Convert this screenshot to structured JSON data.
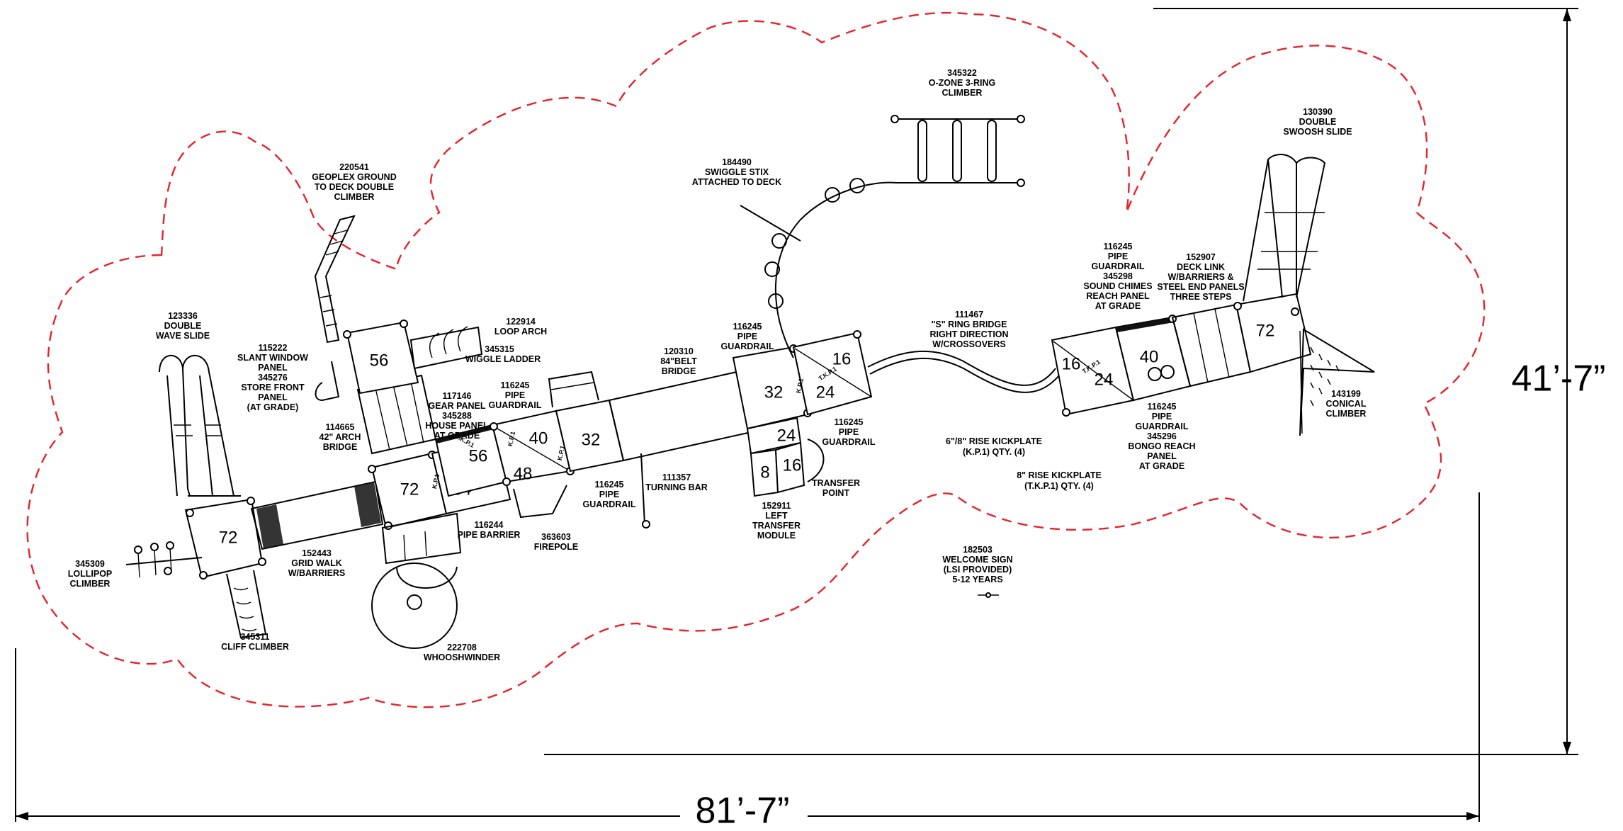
{
  "diagram": {
    "dimensions": {
      "width_label": "81’-7”",
      "height_label": "41’-7”"
    },
    "components": [
      {
        "id": "220541",
        "lines": [
          "220541",
          "GEOPLEX GROUND",
          "TO DECK DOUBLE",
          "CLIMBER"
        ]
      },
      {
        "id": "123336",
        "lines": [
          "123336",
          "DOUBLE",
          "WAVE SLIDE"
        ]
      },
      {
        "id": "115222",
        "lines": [
          "115222",
          "SLANT WINDOW",
          "PANEL",
          "345276",
          "STORE FRONT",
          "PANEL",
          "(AT GRADE)"
        ]
      },
      {
        "id": "122914",
        "lines": [
          "122914",
          "LOOP ARCH"
        ]
      },
      {
        "id": "345315",
        "lines": [
          "345315",
          "WIGGLE LADDER"
        ]
      },
      {
        "id": "117146",
        "lines": [
          "117146",
          "GEAR PANEL",
          "345288",
          "HOUSE PANEL",
          "AT GRADE"
        ]
      },
      {
        "id": "116245a",
        "lines": [
          "116245",
          "PIPE",
          "GUARDRAIL"
        ]
      },
      {
        "id": "114665",
        "lines": [
          "114665",
          "42\" ARCH",
          "BRIDGE"
        ]
      },
      {
        "id": "120310",
        "lines": [
          "120310",
          "84\"BELT",
          "BRIDGE"
        ]
      },
      {
        "id": "116245b",
        "lines": [
          "116245",
          "PIPE",
          "GUARDRAIL"
        ]
      },
      {
        "id": "184490",
        "lines": [
          "184490",
          "SWIGGLE STIX",
          "ATTACHED TO DECK"
        ]
      },
      {
        "id": "345322",
        "lines": [
          "345322",
          "O-ZONE 3-RING",
          "CLIMBER"
        ]
      },
      {
        "id": "111467",
        "lines": [
          "111467",
          "\"S\" RING BRIDGE",
          "RIGHT DIRECTION",
          "W/CROSSOVERS"
        ]
      },
      {
        "id": "116245c",
        "lines": [
          "116245",
          "PIPE",
          "GUARDRAIL",
          "345298",
          "SOUND CHIMES",
          "REACH PANEL",
          "AT GRADE"
        ]
      },
      {
        "id": "152907",
        "lines": [
          "152907",
          "DECK LINK",
          "W/BARRIERS &",
          "STEEL END PANELS",
          "THREE STEPS"
        ]
      },
      {
        "id": "130390",
        "lines": [
          "130390",
          "DOUBLE",
          "SWOOSH SLIDE"
        ]
      },
      {
        "id": "143199",
        "lines": [
          "143199",
          "CONICAL",
          "CLIMBER"
        ]
      },
      {
        "id": "116245d",
        "lines": [
          "116245",
          "PIPE",
          "GUARDRAIL",
          "345296",
          "BONGO REACH",
          "PANEL",
          "AT GRADE"
        ]
      },
      {
        "id": "116245e",
        "lines": [
          "116245",
          "PIPE",
          "GUARDRAIL"
        ]
      },
      {
        "id": "116245f",
        "lines": [
          "116245",
          "PIPE",
          "GUARDRAIL"
        ]
      },
      {
        "id": "111357",
        "lines": [
          "111357",
          "TURNING BAR"
        ]
      },
      {
        "id": "152911",
        "lines": [
          "152911",
          "LEFT",
          "TRANSFER",
          "MODULE"
        ]
      },
      {
        "id": "transfer",
        "lines": [
          "TRANSFER",
          "POINT"
        ]
      },
      {
        "id": "116244",
        "lines": [
          "116244",
          "PIPE BARRIER"
        ]
      },
      {
        "id": "363603",
        "lines": [
          "363603",
          "FIREPOLE"
        ]
      },
      {
        "id": "152443",
        "lines": [
          "152443",
          "GRID WALK",
          "W/BARRIERS"
        ]
      },
      {
        "id": "345309",
        "lines": [
          "345309",
          "LOLLIPOP",
          "CLIMBER"
        ]
      },
      {
        "id": "345311",
        "lines": [
          "345311",
          "CLIFF CLIMBER"
        ]
      },
      {
        "id": "222708",
        "lines": [
          "222708",
          "WHOOSHWINDER"
        ]
      },
      {
        "id": "kp1",
        "lines": [
          "6\"/8\" RISE KICKPLATE",
          "(K.P.1) QTY. (4)"
        ]
      },
      {
        "id": "tkp1",
        "lines": [
          "8\" RISE KICKPLATE",
          "(T.K.P.1) QTY. (4)"
        ]
      },
      {
        "id": "182503",
        "lines": [
          "182503",
          "WELCOME SIGN",
          "(LSI PROVIDED)",
          "5-12 YEARS"
        ]
      }
    ],
    "deck_heights": [
      "72",
      "56",
      "72",
      "64",
      "56",
      "40",
      "48",
      "32",
      "32",
      "24",
      "16",
      "24",
      "16",
      "8",
      "16",
      "24",
      "40",
      "72"
    ],
    "kickplate_tag": "K.P.1",
    "transfer_kickplate_tag": "T.K.P.1"
  }
}
